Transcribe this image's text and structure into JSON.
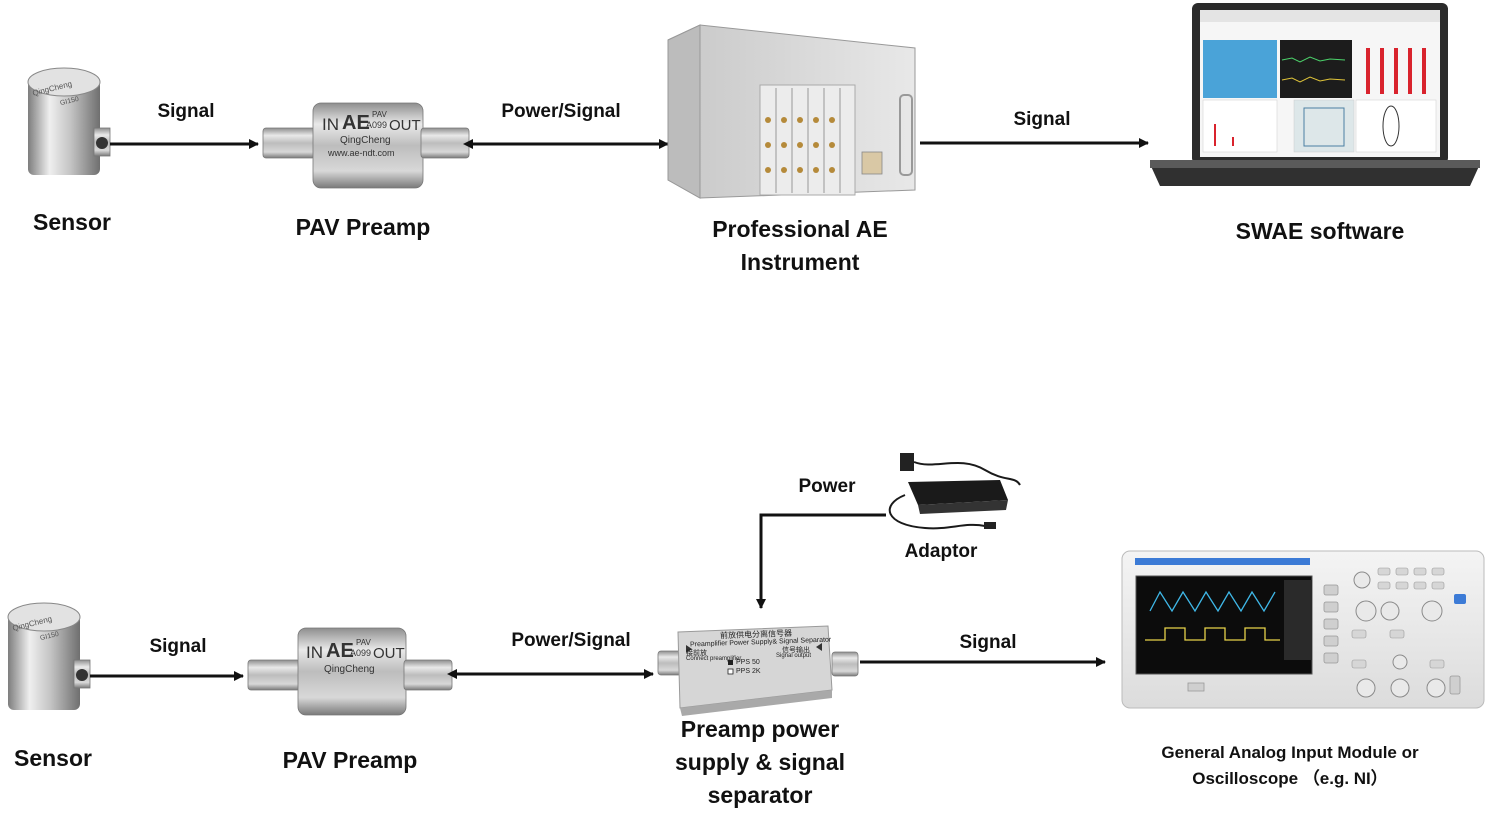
{
  "top_row": {
    "sensor_label": "Sensor",
    "preamp_label": "PAV Preamp",
    "instrument_label_line1": "Professional AE",
    "instrument_label_line2": "Instrument",
    "software_label": "SWAE software",
    "arrow_sensor_preamp": "Signal",
    "arrow_preamp_instrument": "Power/Signal",
    "arrow_instrument_software": "Signal"
  },
  "bottom_row": {
    "sensor_label": "Sensor",
    "preamp_label": "PAV Preamp",
    "separator_label_line1": "Preamp power",
    "separator_label_line2": "supply & signal",
    "separator_label_line3": "separator",
    "adaptor_label": "Adaptor",
    "scope_label_line1": "General Analog Input Module or",
    "scope_label_line2": "Oscilloscope （e.g. NI）",
    "arrow_sensor_preamp": "Signal",
    "arrow_preamp_separator": "Power/Signal",
    "arrow_adaptor_separator": "Power",
    "arrow_separator_scope": "Signal"
  },
  "device_markings": {
    "sensor_brand": "QingCheng",
    "sensor_model": "GI150",
    "preamp_in": "IN",
    "preamp_ae": "AE",
    "preamp_pav": "PAV",
    "preamp_model": "A099",
    "preamp_out": "OUT",
    "preamp_brand": "QingCheng",
    "preamp_web": "www.ae-ndt.com",
    "sep_title_cn": "前放供电分离信号器",
    "sep_title_en": "Preamplifier Power Supply& Signal Separator",
    "sep_left_cn": "接前放",
    "sep_left_en": "Connect preamplifier",
    "sep_right_cn": "信号输出",
    "sep_right_en": "Signal output",
    "sep_pps50": "PPS 50",
    "sep_pps2k": "PPS 2K"
  }
}
